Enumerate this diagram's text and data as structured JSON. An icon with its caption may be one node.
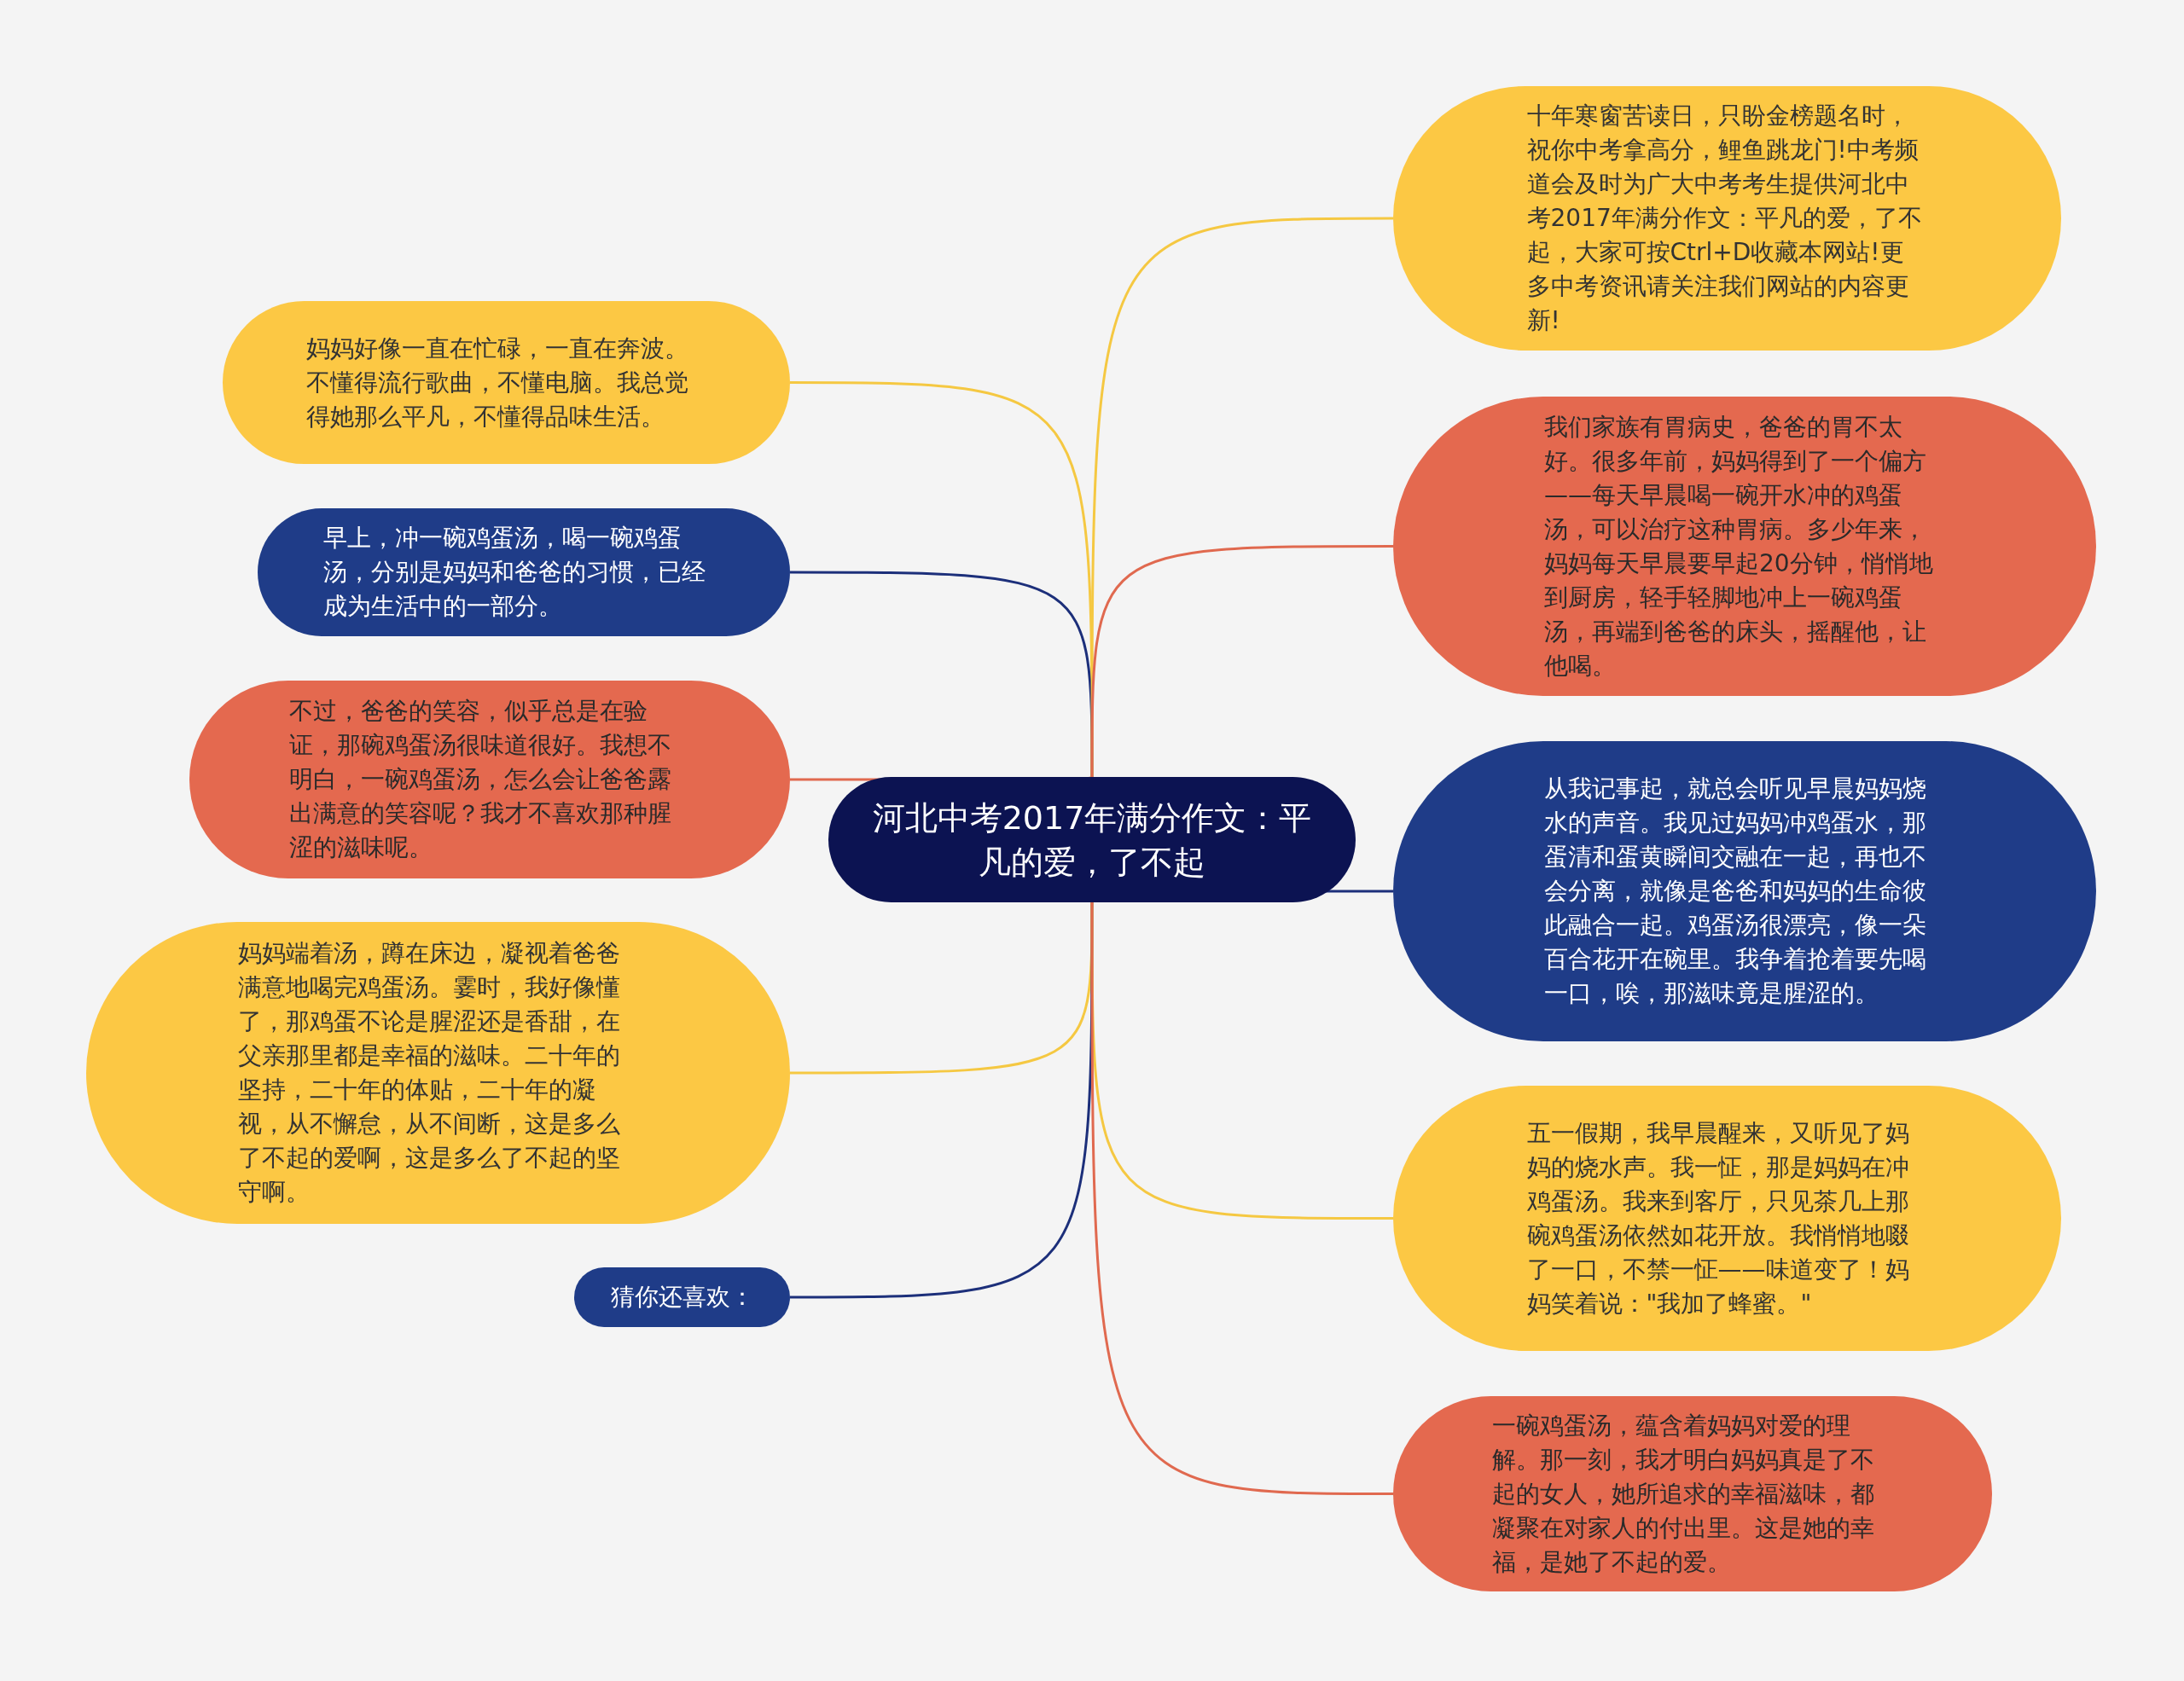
{
  "diagram": {
    "nodes": [
      {
        "text": [
          "河北中考2017年满分作文：平凡的爱，了不起"
        ]
      },
      {
        "text": [
          "妈妈好像一直在忙碌，一直在奔波。不懂得流行歌曲，不懂电脑。我总觉得她那么平凡，不懂得品味生活。"
        ]
      },
      {
        "text": [
          "早上，冲一碗鸡蛋汤，喝一碗鸡蛋汤，分别是妈妈和爸爸的习惯，已经成为生活中的一部分。"
        ]
      },
      {
        "text": [
          "不过，爸爸的笑容，似乎总是在验证，那碗鸡蛋汤很味道很好。我想不明白，一碗鸡蛋汤，怎么会让爸爸露出满意的笑容呢？我才不喜欢那种腥涩的滋味呢。"
        ]
      },
      {
        "text": [
          "妈妈端着汤，蹲在床边，凝视着爸爸满意地喝完鸡蛋汤。霎时，我好像懂了，那鸡蛋不论是腥涩还是香甜，在父亲那里都是幸福的滋味。二十年的坚持，二十年的体贴，二十年的凝视，从不懈怠，从不间断，这是多么了不起的爱啊，这是多么了不起的坚守啊。"
        ]
      },
      {
        "text": [
          "猜你还喜欢："
        ]
      },
      {
        "text": [
          "十年寒窗苦读日，只盼金榜题名时，祝你中考拿高分，鲤鱼跳龙门!中考频道会及时为广大中考考生提供河北中考2017年满分作文：平凡的爱，了不起，大家可按Ctrl+D收藏本网站!更多中考资讯请关注我们网站的内容更新!"
        ]
      },
      {
        "text": [
          "我们家族有胃病史，爸爸的胃不太好。很多年前，妈妈得到了一个偏方——每天早晨喝一碗开水冲的鸡蛋汤，可以治疗这种胃病。多少年来，妈妈每天早晨要早起20分钟，悄悄地到厨房，轻手轻脚地冲上一碗鸡蛋汤，再端到爸爸的床头，摇醒他，让他喝。"
        ]
      },
      {
        "text": [
          "从我记事起，就总会听见早晨妈妈烧水的声音。我见过妈妈冲鸡蛋水，那蛋清和蛋黄瞬间交融在一起，再也不会分离，就像是爸爸和妈妈的生命彼此融合一起。鸡蛋汤很漂亮，像一朵百合花开在碗里。我争着抢着要先喝一口，唉，那滋味竟是腥涩的。"
        ]
      },
      {
        "text": [
          "五一假期，我早晨醒来，又听见了妈妈的烧水声。我一怔，那是妈妈在冲鸡蛋汤。我来到客厅，只见茶几上那碗鸡蛋汤依然如花开放。我悄悄地啜了一口，不禁一怔——味道变了！妈妈笑着说：\"我加了蜂蜜。\""
        ]
      },
      {
        "text": [
          "一碗鸡蛋汤，蕴含着妈妈对爱的理解。那一刻，我才明白妈妈真是了不起的女人，她所追求的幸福滋味，都凝聚在对家人的付出里。这是她的幸福，是她了不起的爱。"
        ]
      }
    ],
    "edges": [
      {
        "from": 0,
        "to": 1,
        "arrow": "none",
        "color": "#f5c842"
      },
      {
        "from": 0,
        "to": 2,
        "arrow": "none",
        "color": "#1c2f7a"
      },
      {
        "from": 0,
        "to": 3,
        "arrow": "none",
        "color": "#e0694f"
      },
      {
        "from": 0,
        "to": 4,
        "arrow": "none",
        "color": "#f5c842"
      },
      {
        "from": 0,
        "to": 5,
        "arrow": "none",
        "color": "#1c2f7a"
      },
      {
        "from": 0,
        "to": 6,
        "arrow": "none",
        "color": "#f5c842"
      },
      {
        "from": 0,
        "to": 7,
        "arrow": "none",
        "color": "#e0694f"
      },
      {
        "from": 0,
        "to": 8,
        "arrow": "none",
        "color": "#1c2f7a"
      },
      {
        "from": 0,
        "to": 9,
        "arrow": "none",
        "color": "#f5c842"
      },
      {
        "from": 0,
        "to": 10,
        "arrow": "none",
        "color": "#e0694f"
      }
    ]
  }
}
